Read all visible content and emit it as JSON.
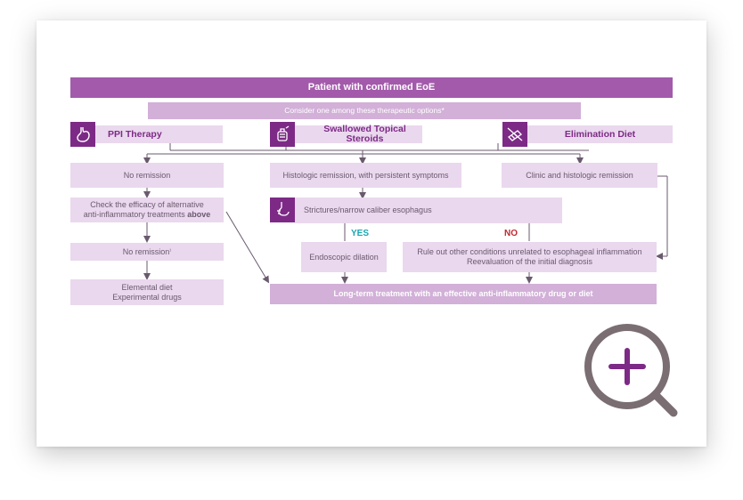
{
  "diagram": {
    "title": "Patient with confirmed EoE",
    "consider": "Consider one among these therapeutic options*",
    "options": [
      {
        "label": "PPI Therapy",
        "icon": "stomach-icon"
      },
      {
        "label": "Swallowed Topical Steroids",
        "icon": "inhaler-icon"
      },
      {
        "label": "Elimination Diet",
        "icon": "no-food-icon"
      }
    ],
    "left_col": {
      "no_remission": "No remission",
      "check_line1": "Check the efficacy of alternative",
      "check_line2": "anti-inflammatory treatments",
      "check_bold": "above",
      "no_remission2": "No remission",
      "no_remission2_mark": "¹",
      "elemental_line1": "Elemental diet",
      "elemental_line2": "Experimental drugs"
    },
    "middle_col": {
      "histologic": "Histologic remission, with persistent symptoms",
      "strictures": "Strictures/narrow caliber esophagus",
      "yes": "YES",
      "no": "NO",
      "dilation": "Endoscopic dilation"
    },
    "right_col": {
      "clinic": "Clinic and histologic remission",
      "rule_out_line1": "Rule out other conditions unrelated to esophageal inflammation",
      "rule_out_line2": "Reevaluation of the initial diagnosis"
    },
    "long_term": "Long-term treatment with an effective anti-inflammatory drug or diet"
  },
  "colors": {
    "dark_purple": "#7d2a86",
    "title_bar": "#a35aab",
    "light": "#ead8ee",
    "yes": "#1aa6b0",
    "no": "#c0272d",
    "zoom": "#7a6e73",
    "zoom_plus": "#7d2a86"
  },
  "zoom_control": {
    "icon": "zoom-in-icon"
  }
}
